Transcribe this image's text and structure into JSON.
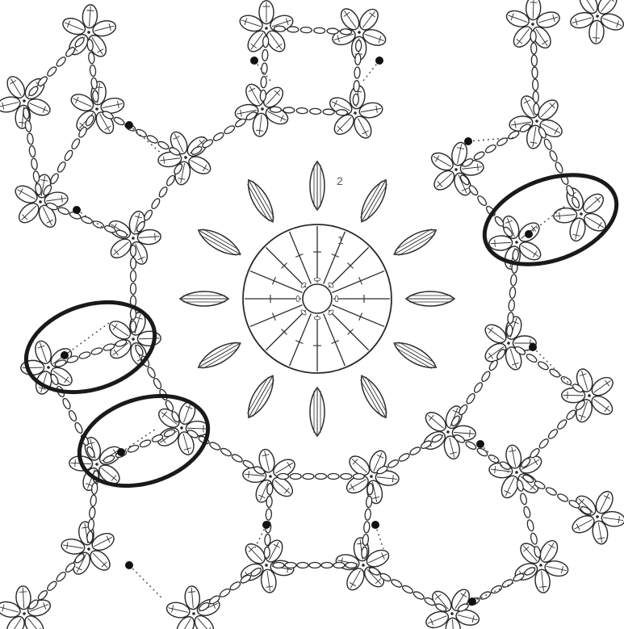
{
  "diagram": {
    "round_labels": [
      "1",
      "2"
    ],
    "colors": {
      "background": "#ffffff",
      "ink": "#2b2b2b",
      "highlight": "#1a1a1a",
      "join_dot": "#111111"
    },
    "icons": {
      "flower_motif": "five-petal-flower-icon",
      "chain_stitch": "chain-oval-icon",
      "join_connector": "dotted-join-line",
      "highlight": "ellipse-outline"
    }
  }
}
